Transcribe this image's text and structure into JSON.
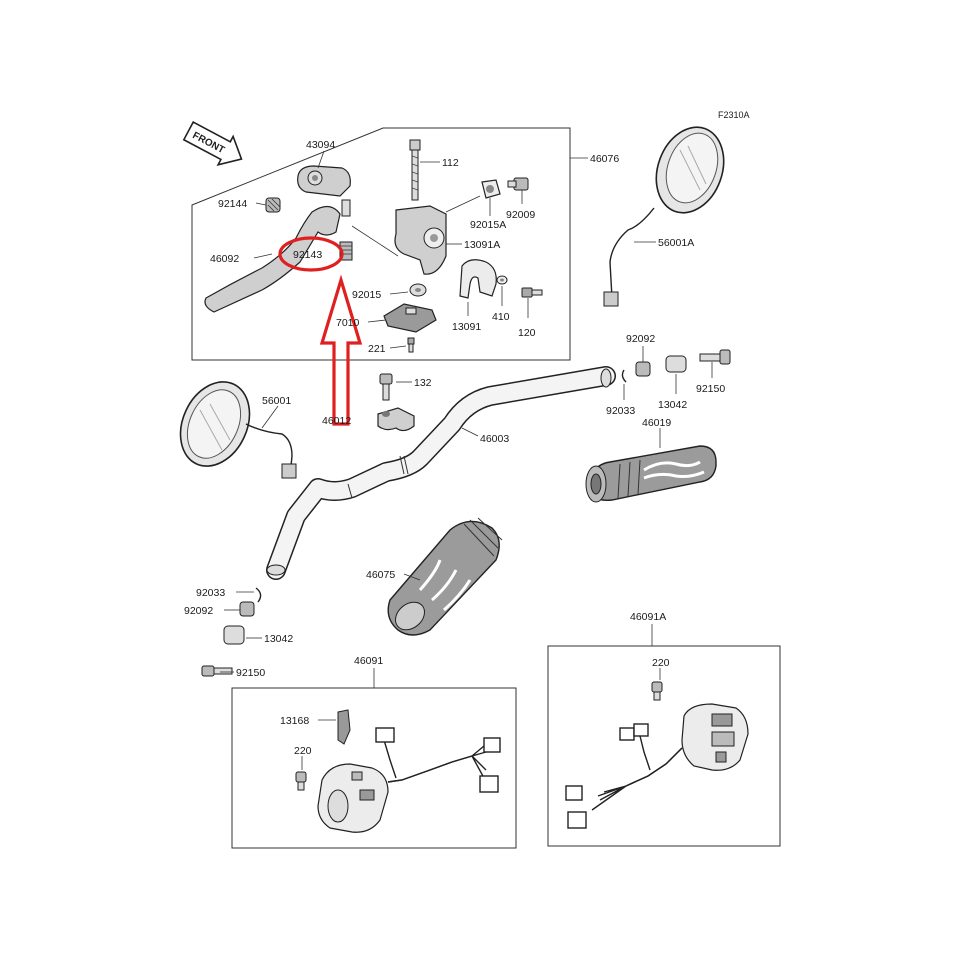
{
  "diagram": {
    "figure_ref": "F2310A",
    "front_label": "FRONT",
    "highlight_color": "#e02020",
    "labels": {
      "p43094": "43094",
      "p112": "112",
      "p46076": "46076",
      "p92144": "92144",
      "p92143": "92143",
      "p46092": "46092",
      "p92015A": "92015A",
      "p92009": "92009",
      "p13091A": "13091A",
      "p92015": "92015",
      "p13091": "13091",
      "p410": "410",
      "p120": "120",
      "p27010": "7010",
      "p221": "221",
      "p132": "132",
      "p46012": "46012",
      "p56001A": "56001A",
      "p56001": "56001",
      "p92092_r": "92092",
      "p92033_r": "92033",
      "p13042_r": "13042",
      "p92150_r": "92150",
      "p46003": "46003",
      "p46019": "46019",
      "p46075": "46075",
      "p92033_l": "92033",
      "p92092_l": "92092",
      "p13042_l": "13042",
      "p92150_l": "92150",
      "p46091": "46091",
      "p13168": "13168",
      "p220_l": "220",
      "p46091A": "46091A",
      "p220_r": "220"
    }
  }
}
